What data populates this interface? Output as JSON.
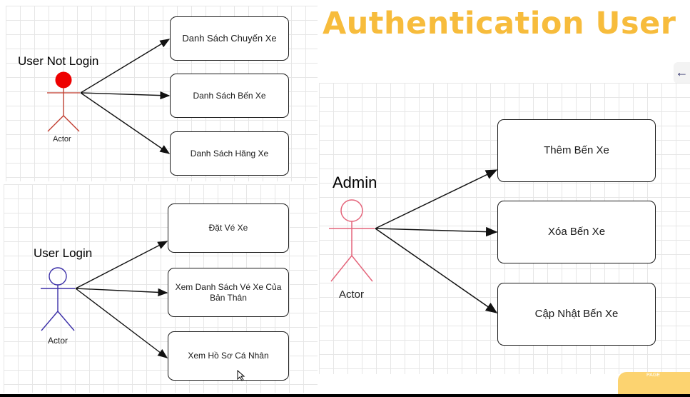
{
  "slide": {
    "title": "Authentication User",
    "page_label": "PAGE",
    "nav_arrow": "←"
  },
  "diagrams": {
    "user_not_login": {
      "actor_name": "User Not Login",
      "actor_caption": "Actor",
      "use_cases": [
        "Danh Sách Chuyến Xe",
        "Danh Sách Bến Xe",
        "Danh Sách Hãng Xe"
      ]
    },
    "user_login": {
      "actor_name": "User Login",
      "actor_caption": "Actor",
      "use_cases": [
        "Đặt Vé Xe",
        "Xem Danh Sách Vé Xe Của Bản Thân",
        "Xem Hồ Sơ Cá Nhân"
      ]
    },
    "admin": {
      "actor_name": "Admin",
      "actor_caption": "Actor",
      "use_cases": [
        "Thêm Bến Xe",
        "Xóa Bến Xe",
        "Cập Nhật Bến Xe"
      ]
    }
  },
  "colors": {
    "title": "#f7bc3c",
    "actor_user_not_login_head": "#ee0000",
    "actor_user_not_login_body": "#c0392b",
    "actor_user_login": "#3b2fa8",
    "actor_admin": "#e4647a"
  }
}
